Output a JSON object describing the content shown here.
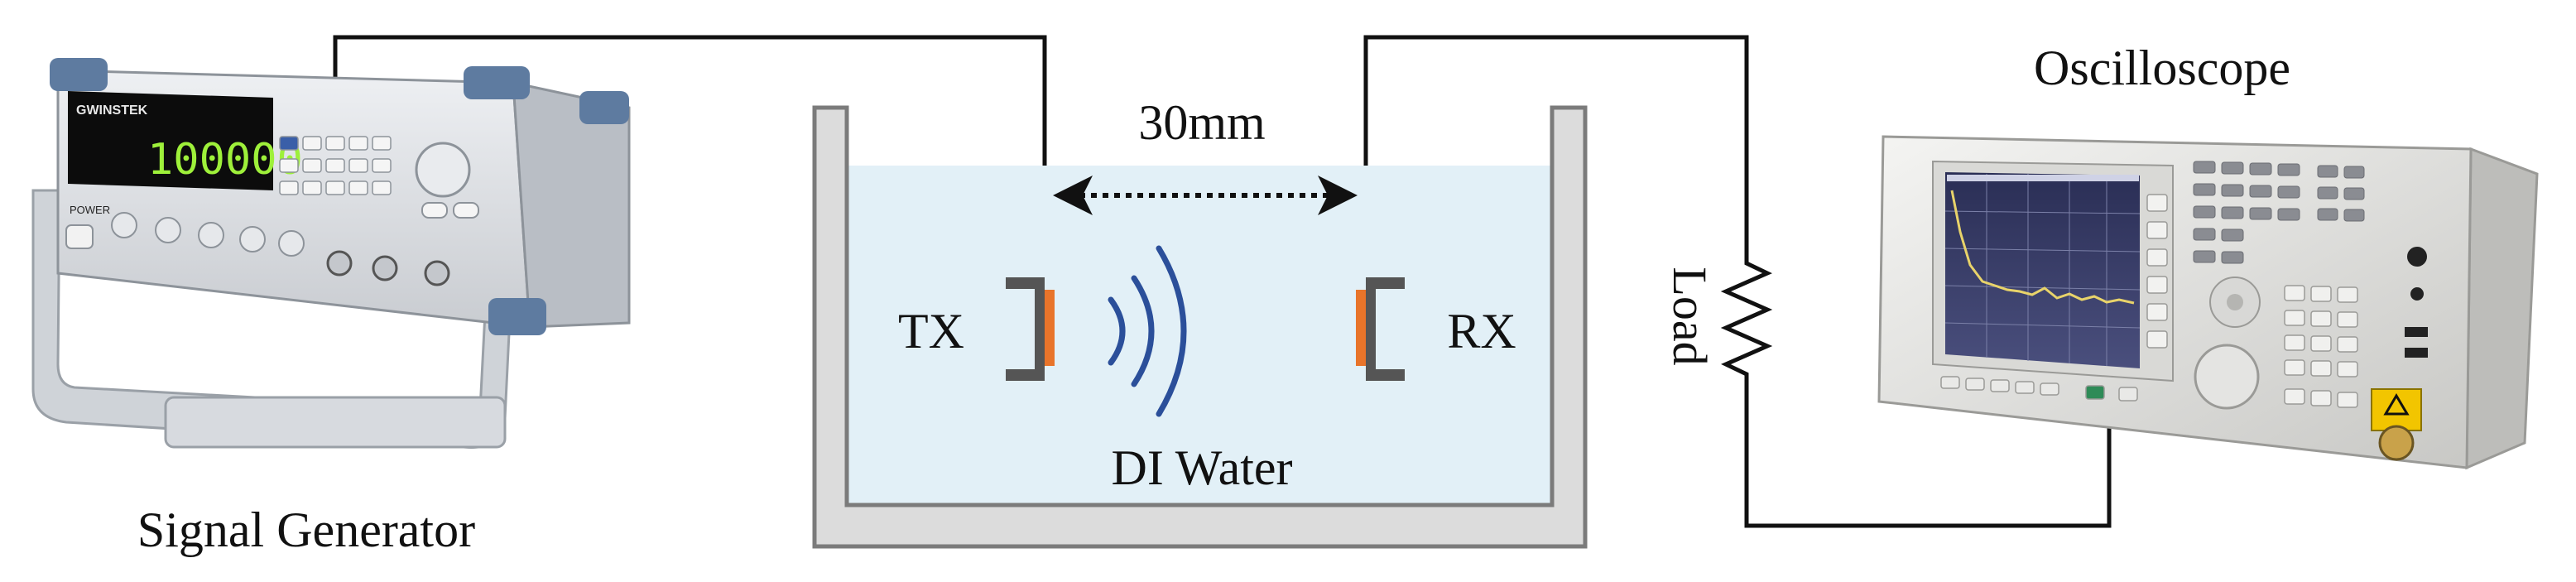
{
  "labels": {
    "signal_generator": "Signal Generator",
    "oscilloscope": "Oscilloscope",
    "distance": "30mm",
    "tx": "TX",
    "rx": "RX",
    "medium": "DI Water",
    "load": "Load"
  },
  "signal_generator": {
    "brand": "GWINSTEK",
    "display_value": "100000",
    "power_label": "POWER"
  },
  "colors": {
    "water": "#e2f0f7",
    "tank_wall": "#7b7b7b",
    "tank_fill": "#dcdcdc",
    "transducer_housing": "#555555",
    "transducer_element": "#e8742a",
    "wave": "#2b4f9a",
    "wire": "#111111"
  }
}
